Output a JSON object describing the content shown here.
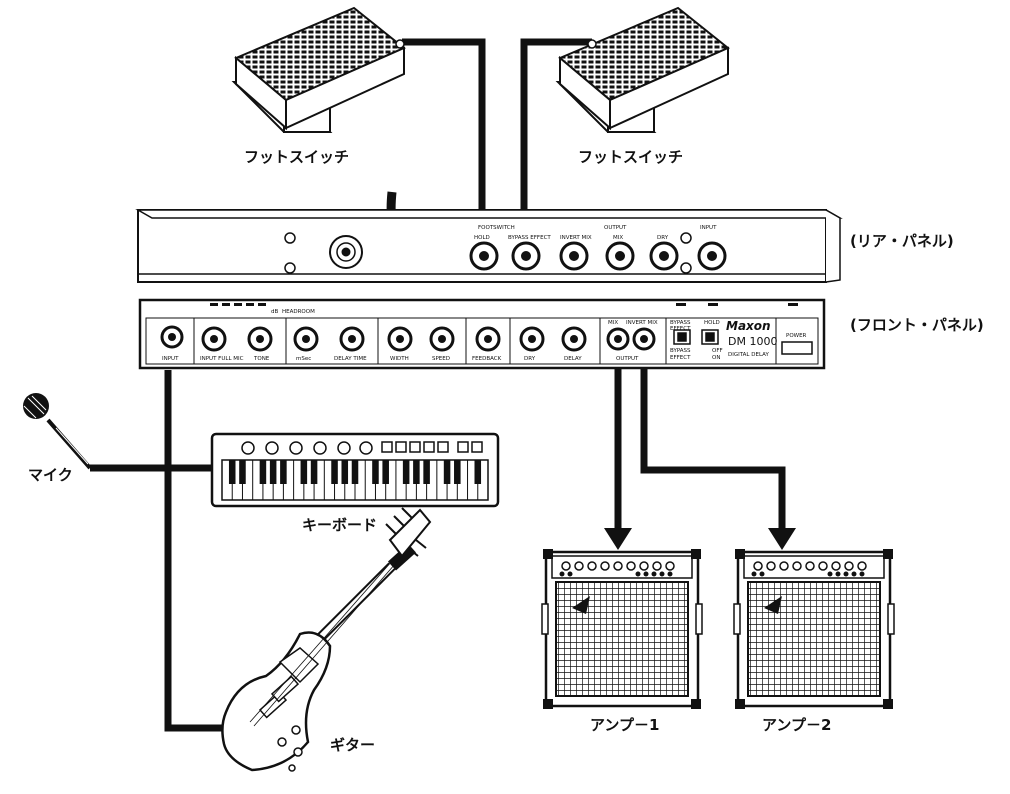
{
  "labels": {
    "footswitch_left": "フットスイッチ",
    "footswitch_right": "フットスイッチ",
    "rear_panel": "(リア・パネル)",
    "front_panel": "(フロント・パネル)",
    "mic": "マイク",
    "keyboard": "キーボード",
    "guitar": "ギター",
    "amp1": "アンプ－1",
    "amp2": "アンプ－2"
  },
  "rear_panel": {
    "footswitch_label": "FOOTSWITCH",
    "hold": "HOLD",
    "bypass_effect": "BYPASS EFFECT",
    "output": "OUTPUT",
    "invert_mix": "INVERT MIX",
    "mix": "MIX",
    "dry": "DRY",
    "input": "INPUT"
  },
  "front_panel": {
    "brand": "Maxon",
    "model": "DM 1000",
    "subtitle": "DIGITAL DELAY",
    "headroom": "HEADROOM",
    "db": "dB",
    "input": "INPUT",
    "input_full_mic": "INPUT FULL MIC",
    "tone": "TONE",
    "msec": "mSec",
    "delay_time": "DELAY TIME",
    "width": "WIDTH",
    "speed": "SPEED",
    "feedback": "FEEDBACK",
    "dry": "DRY",
    "delay": "DELAY",
    "mix": "MIX",
    "invert_mix": "INVERT MIX",
    "output": "OUTPUT",
    "bypass_top": "BYPASS",
    "effect_top": "EFFECT",
    "hold": "HOLD",
    "bypass": "BYPASS",
    "effect": "EFFECT",
    "off": "OFF",
    "on": "ON",
    "power": "POWER"
  }
}
